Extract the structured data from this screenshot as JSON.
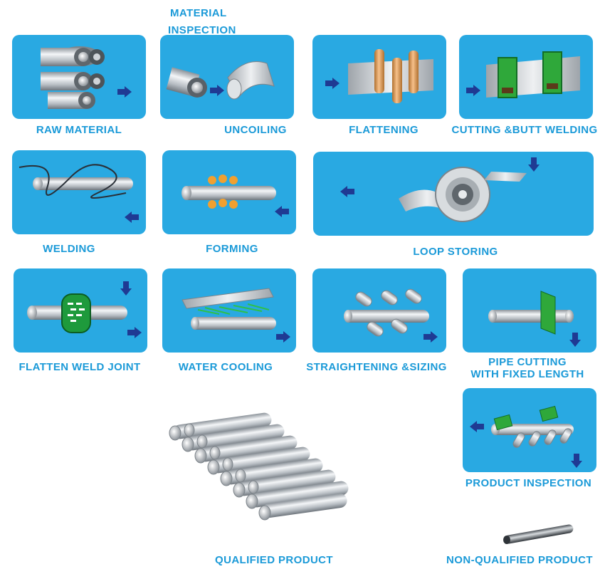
{
  "steps": {
    "material_inspection": {
      "line1": "MATERIAL",
      "line2": "INSPECTION"
    },
    "raw_material": "RAW MATERIAL",
    "uncoiling": "UNCOILING",
    "flattening": "FLATTENING",
    "cutting_butt_welding": "CUTTING &BUTT WELDING",
    "welding": "WELDING",
    "forming": "FORMING",
    "loop_storing": "LOOP STORING",
    "flatten_weld_joint": "FLATTEN WELD JOINT",
    "water_cooling": "WATER COOLING",
    "straightening_sizing": "STRAIGHTENING &SIZING",
    "pipe_cutting": {
      "line1": "PIPE CUTTING",
      "line2": "WITH FIXED LENGTH"
    },
    "product_inspection": "PRODUCT INSPECTION",
    "qualified_product": "QUALIFIED PRODUCT",
    "non_qualified_product": "NON-QUALIFIED PRODUCT"
  },
  "colors": {
    "panel": "#29a9e2",
    "label": "#1b9ad8",
    "arrow": "#1f3a93",
    "pipe": "#c9ced3",
    "orange": "#f0a030",
    "green": "#1e9a3c"
  },
  "icons": [
    "arrow-right-icon",
    "arrow-left-icon",
    "arrow-down-icon",
    "coil-icon",
    "pipe-icon",
    "roller-icon",
    "clamp-icon",
    "welding-coil-icon",
    "shear-icon"
  ]
}
